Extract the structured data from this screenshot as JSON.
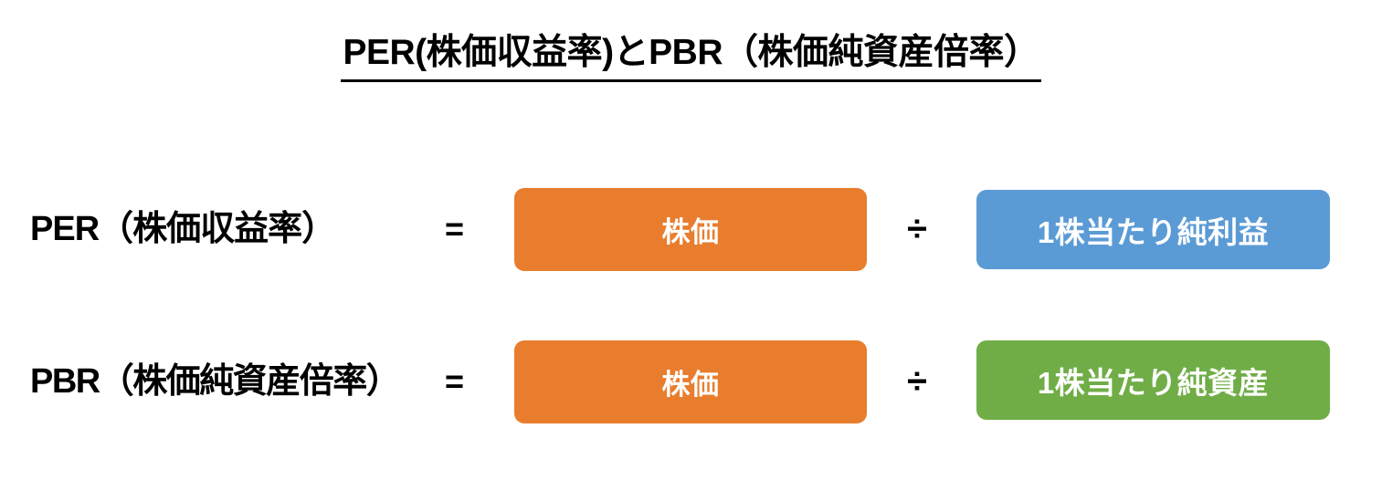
{
  "title": {
    "text": "PER(株価収益率)とPBR（株価純資産倍率）"
  },
  "colors": {
    "orange": "#E87D2E",
    "blue": "#5B9BD5",
    "green": "#70AD47",
    "text_dark": "#000000",
    "box_text": "#FFFFFF",
    "background": "#FFFFFF"
  },
  "operators": {
    "equals": "=",
    "divide": "÷"
  },
  "formulas": [
    {
      "id": "per",
      "label": "PER（株価収益率）",
      "equals": "=",
      "numerator": "株価",
      "numerator_color": "#E87D2E",
      "divide": "÷",
      "denominator": "1株当たり純利益",
      "denominator_color": "#5B9BD5"
    },
    {
      "id": "pbr",
      "label": "PBR（株価純資産倍率）",
      "equals": "=",
      "numerator": "株価",
      "numerator_color": "#E87D2E",
      "divide": "÷",
      "denominator": "1株当たり純資産",
      "denominator_color": "#70AD47"
    }
  ]
}
